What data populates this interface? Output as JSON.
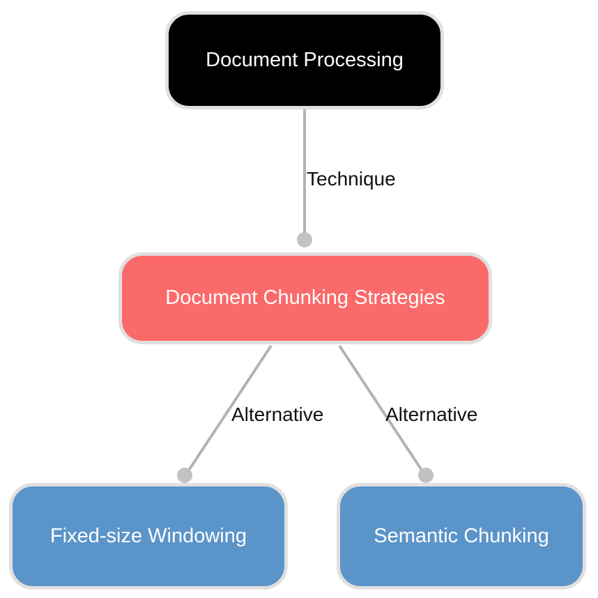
{
  "diagram": {
    "type": "tree-graph",
    "background_color": "#ffffff",
    "nodes": [
      {
        "id": "root",
        "label": "Document Processing",
        "fill": "#000000",
        "text_color": "#ffffff",
        "border_color": "#e0e0e0"
      },
      {
        "id": "strategies",
        "label": "Document Chunking Strategies",
        "fill": "#fb6a6a",
        "text_color": "#ffffff",
        "border_color": "#e0e0e0"
      },
      {
        "id": "fixed",
        "label": "Fixed-size Windowing",
        "fill": "#5b94c9",
        "text_color": "#ffffff",
        "border_color": "#e0e0e0"
      },
      {
        "id": "semantic",
        "label": "Semantic Chunking",
        "fill": "#5b94c9",
        "text_color": "#ffffff",
        "border_color": "#e0e0e0"
      }
    ],
    "edges": [
      {
        "id": "edge-technique",
        "from": "root",
        "to": "strategies",
        "label": "Technique",
        "line_color": "#b3b3b3",
        "endpoint_dot_color": "#c2c2c2"
      },
      {
        "id": "edge-alt-left",
        "from": "strategies",
        "to": "fixed",
        "label": "Alternative",
        "line_color": "#b3b3b3",
        "endpoint_dot_color": "#c2c2c2"
      },
      {
        "id": "edge-alt-right",
        "from": "strategies",
        "to": "semantic",
        "label": "Alternative",
        "line_color": "#b3b3b3",
        "endpoint_dot_color": "#c2c2c2"
      }
    ]
  }
}
